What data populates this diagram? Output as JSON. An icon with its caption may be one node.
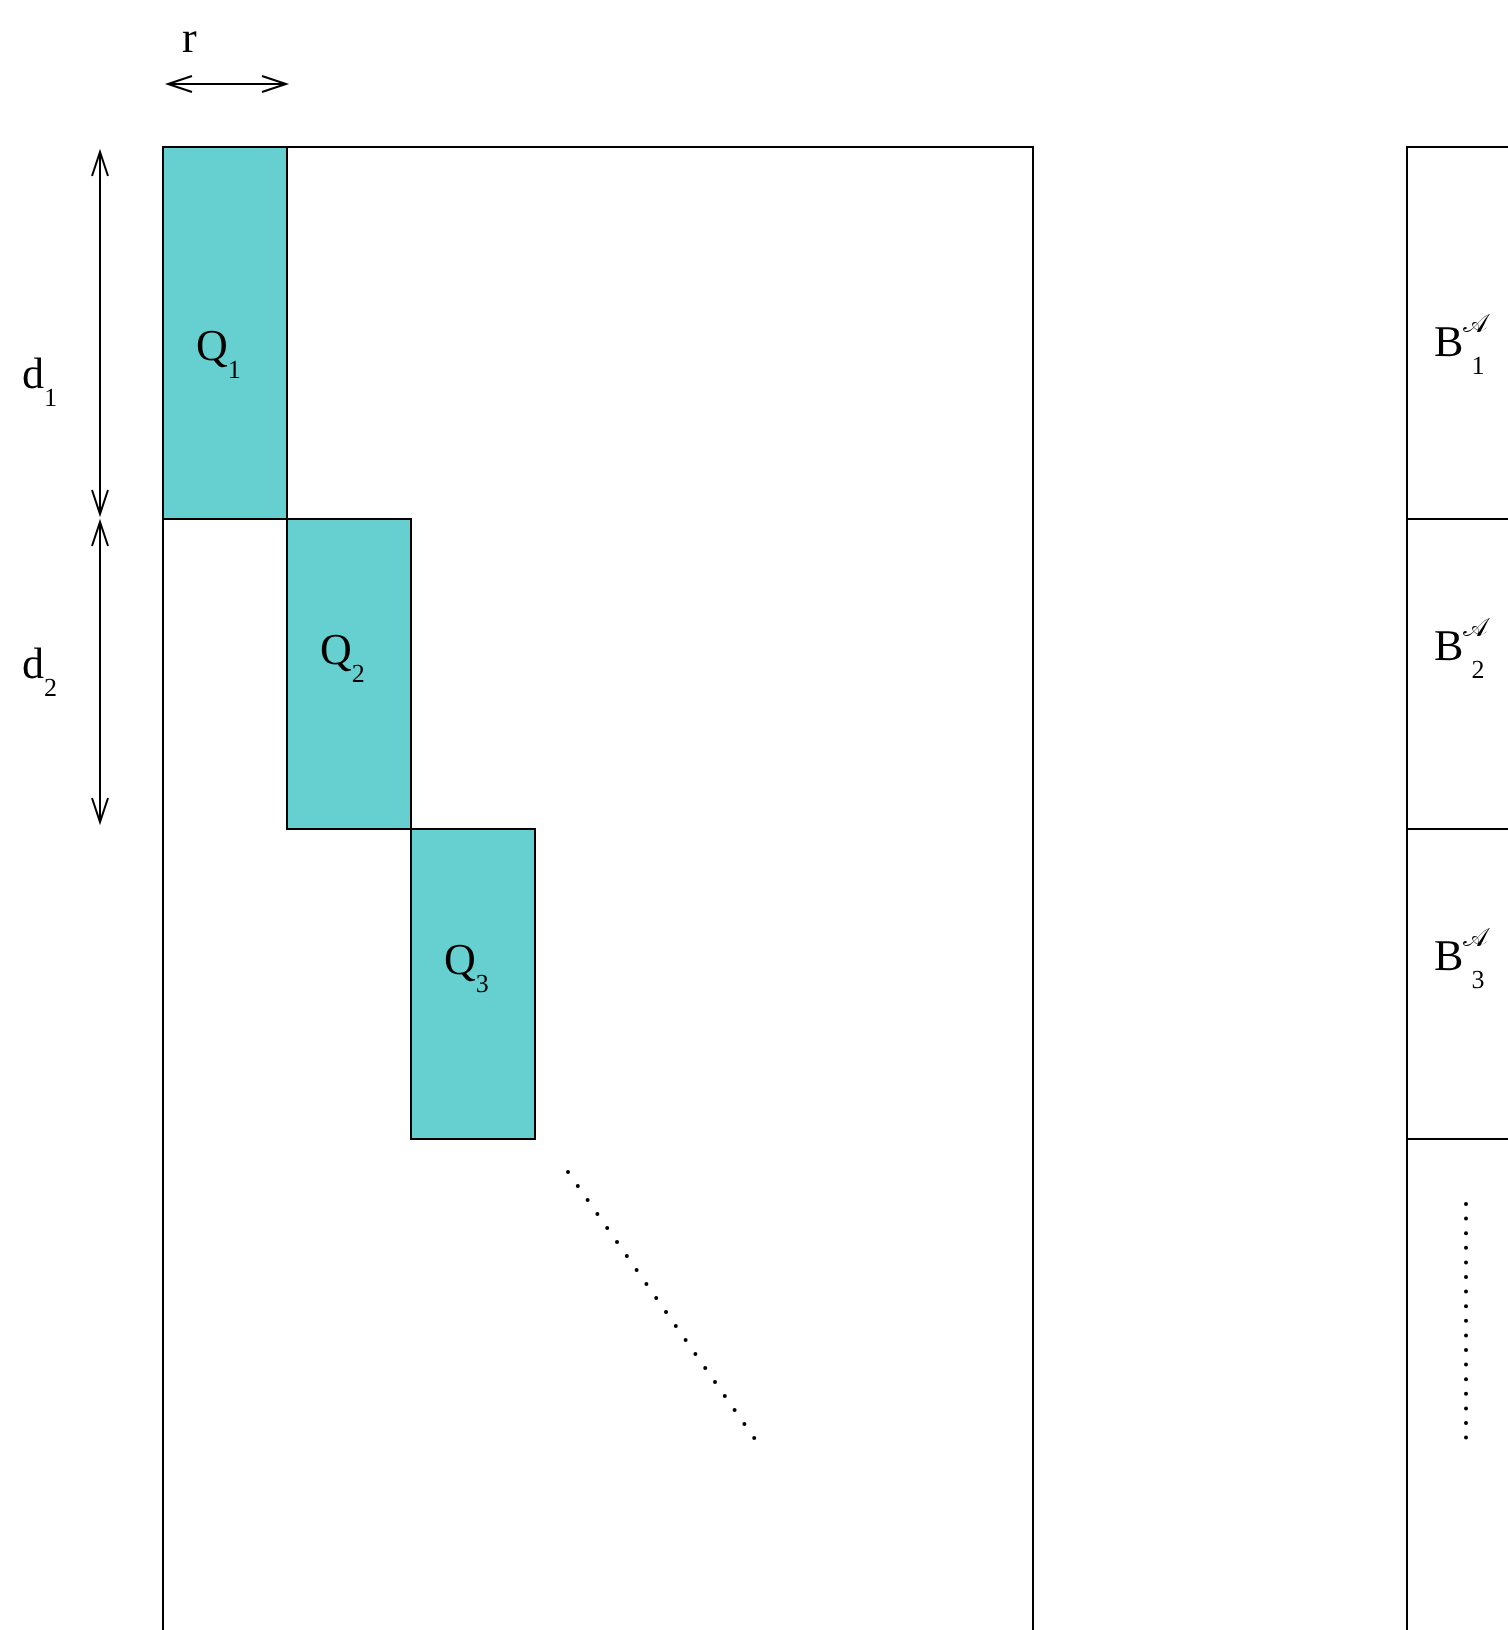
{
  "diagram": {
    "nodes": [
      {
        "text": [],
        "shape": "box"
      },
      {
        "text": [
          "Q$_{1}$"
        ],
        "in": 0
      },
      {
        "text": [
          "Q$_{2}$"
        ],
        "in": 0
      },
      {
        "text": [
          "Q$_{3}$"
        ],
        "in": 0
      },
      {
        "text": [],
        "shape": "box"
      },
      {
        "text": [
          "B$^{𝒜}$$_{1}$"
        ],
        "in": 4
      },
      {
        "text": [
          "B$^{𝒜}$$_{2}$"
        ],
        "in": 4
      },
      {
        "text": [
          "B$^{𝒜}$$_{3}$"
        ],
        "in": 4
      }
    ],
    "edges": [],
    "labels": [
      "r",
      "d$_{1}$",
      "d$_{2}$"
    ]
  }
}
